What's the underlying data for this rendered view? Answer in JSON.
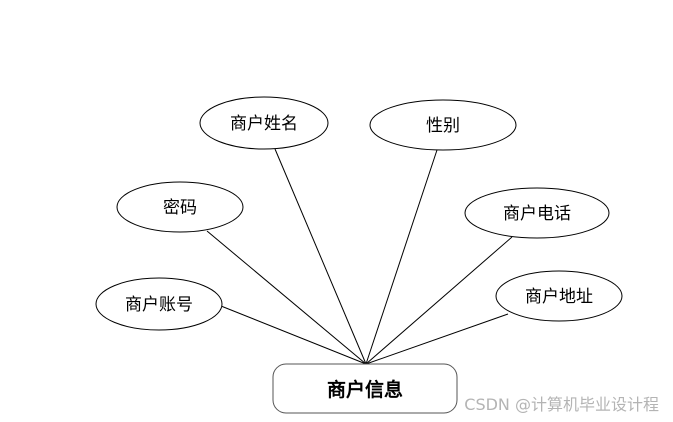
{
  "entity": {
    "label": "商户信息"
  },
  "attributes": [
    {
      "label": "商户姓名"
    },
    {
      "label": "性别"
    },
    {
      "label": "密码"
    },
    {
      "label": "商户电话"
    },
    {
      "label": "商户账号"
    },
    {
      "label": "商户地址"
    }
  ],
  "watermark": "CSDN @计算机毕业设计程",
  "colors": {
    "line": "#000000",
    "entity_border": "#555555",
    "watermark": "#b4b4b4"
  }
}
